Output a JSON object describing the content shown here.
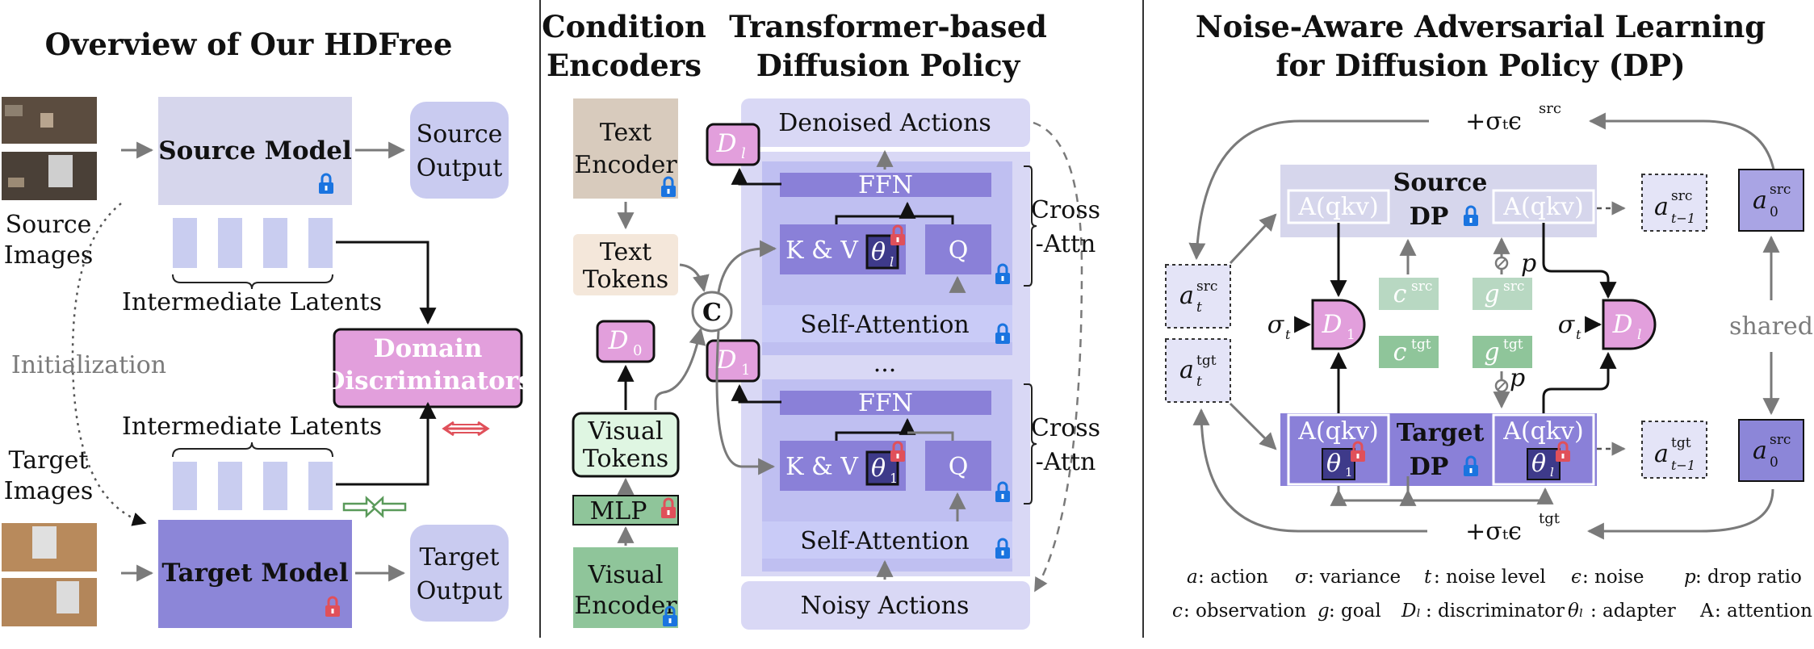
{
  "panel1": {
    "title": "Overview of Our HDFree",
    "source_model": "Source Model",
    "source_output": [
      "Source",
      "Output"
    ],
    "source_images": [
      "Source",
      "Images"
    ],
    "intermediate_latents": "Intermediate Latents",
    "domain_discriminators": [
      "Domain",
      "Discriminators"
    ],
    "initialization": "Initialization",
    "target_images": [
      "Target",
      "Images"
    ],
    "target_model": "Target Model",
    "target_output": [
      "Target",
      "Output"
    ]
  },
  "panel2": {
    "title_left": [
      "Condition",
      "Encoders"
    ],
    "title_right": [
      "Transformer-based",
      "Diffusion Policy"
    ],
    "text_encoder": [
      "Text",
      "Encoder"
    ],
    "text_tokens": [
      "Text",
      "Tokens"
    ],
    "concat": "C",
    "d0": "D",
    "d0_sub": "0",
    "visual_tokens": [
      "Visual",
      "Tokens"
    ],
    "mlp": "MLP",
    "visual_encoder": [
      "Visual",
      "Encoder"
    ],
    "denoised_actions": "Denoised Actions",
    "noisy_actions": "Noisy Actions",
    "dl": "D",
    "dl_sub": "l",
    "d1": "D",
    "d1_sub": "1",
    "ffn": "FFN",
    "kv": "K & V",
    "theta": "θ",
    "theta_l_sub": "l",
    "theta_1_sub": "1",
    "q": "Q",
    "self_attention": "Self-Attention",
    "ellipsis": "...",
    "cross_attn": [
      "Cross",
      "-Attn"
    ]
  },
  "panel3": {
    "title": [
      "Noise-Aware Adversarial Learning",
      "for Diffusion Policy (DP)"
    ],
    "noise_src": "+σₜϵ",
    "noise_src_sup": "src",
    "noise_tgt": "+σₜϵ",
    "noise_tgt_sup": "tgt",
    "source_dp": [
      "Source",
      "DP"
    ],
    "target_dp": [
      "Target",
      "DP"
    ],
    "aqkv": "A(qkv)",
    "a_t": "a",
    "t_sub": "t",
    "zero_sub": "0",
    "src_sup": "src",
    "tgt_sup": "tgt",
    "a_hat_sub": "t−1",
    "c": "c",
    "g": "g",
    "p": "p",
    "sigma": "σ",
    "theta_1": "θ",
    "one_sub": "1",
    "l_sub": "l",
    "d_l": "D",
    "d_1": "D",
    "shared": "shared"
  },
  "legend": {
    "row1": [
      {
        "sym": "a",
        "text": ": action"
      },
      {
        "sym": "σ",
        "text": ": variance"
      },
      {
        "sym": "t",
        "text": ": noise level"
      },
      {
        "sym": "ϵ",
        "text": ": noise"
      },
      {
        "sym": "p",
        "text": ": drop ratio"
      }
    ],
    "row2": [
      {
        "sym": "c",
        "text": ": observation"
      },
      {
        "sym": "g",
        "text": ": goal"
      },
      {
        "sym": "Dₗ",
        "text": ": discriminator"
      },
      {
        "sym": "θₗ",
        "text": ": adapter"
      },
      {
        "sym": "A",
        "text": ": attention"
      }
    ]
  },
  "colors": {
    "source_box": "#d6d6ec",
    "target_box": "#8c86d8",
    "output_box": "#c9cbf0",
    "latent": "#c9cdf0",
    "discriminator": "#e29fdc",
    "text_encoder": "#d8cbbd",
    "text_tokens": "#f4e7da",
    "visual_tokens": "#dff6e2",
    "visual_encoder": "#8fc59a",
    "dp_panel": "#d9d8f5",
    "dp_inner": "#bfbff1",
    "dp_dark": "#8a80d8",
    "green_box": "#b8d8c2",
    "lock_blue": "#1a74e0",
    "lock_red": "#e0505a"
  }
}
